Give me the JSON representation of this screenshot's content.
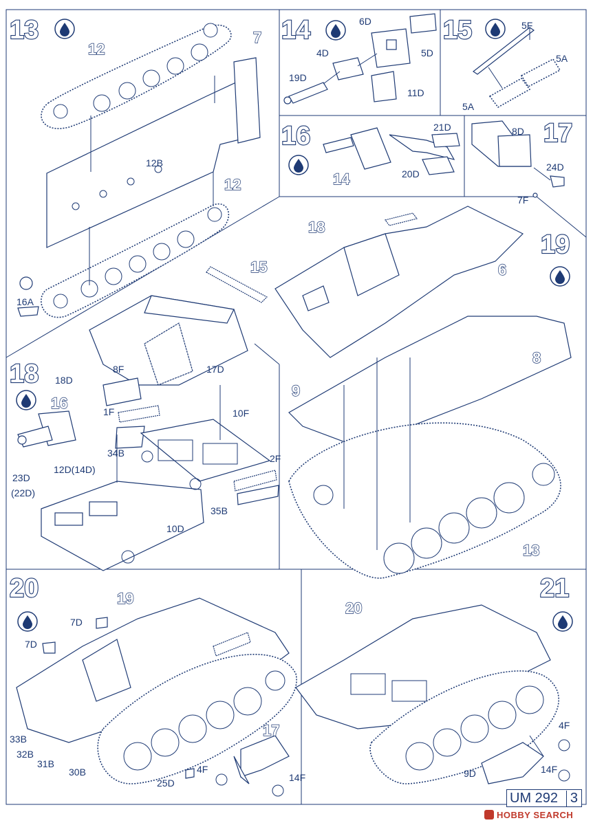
{
  "steps": [
    {
      "num": "13",
      "labels": [
        "12",
        "7",
        "12B",
        "12",
        "16A"
      ]
    },
    {
      "num": "14",
      "labels": [
        "6D",
        "4D",
        "5D",
        "19D",
        "11D"
      ]
    },
    {
      "num": "15",
      "labels": [
        "5F",
        "5A",
        "5A"
      ]
    },
    {
      "num": "16",
      "labels": [
        "21D",
        "20D",
        "14"
      ]
    },
    {
      "num": "17",
      "labels": [
        "8D",
        "24D",
        "7F"
      ]
    },
    {
      "num": "18",
      "labels": [
        "18",
        "15",
        "8F",
        "18D",
        "17D",
        "16",
        "1F",
        "10F",
        "34B",
        "2F",
        "23D",
        "(22D)",
        "12D(14D)",
        "35B",
        "10D"
      ]
    },
    {
      "num": "19",
      "labels": [
        "6",
        "8",
        "9",
        "13"
      ]
    },
    {
      "num": "20",
      "labels": [
        "19",
        "7D",
        "7D",
        "33B",
        "32B",
        "31B",
        "30B",
        "25D",
        "4F",
        "17",
        "14F"
      ]
    },
    {
      "num": "21",
      "labels": [
        "20",
        "4F",
        "9D",
        "14F"
      ]
    }
  ],
  "footer": {
    "model": "UM 292",
    "page": "3",
    "watermark": "HOBBY SEARCH"
  }
}
